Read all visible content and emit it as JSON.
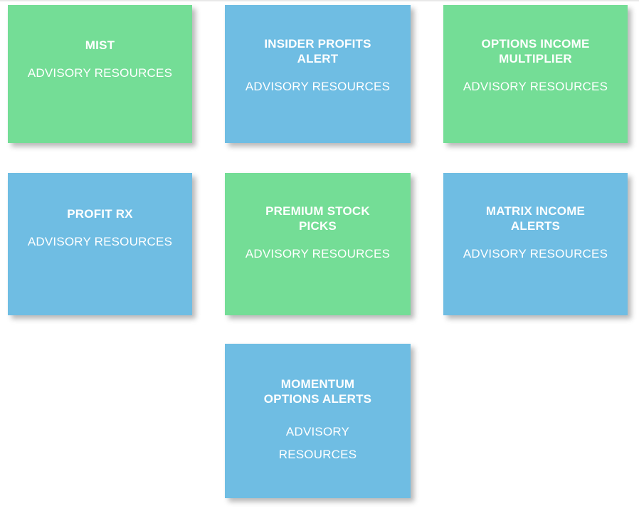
{
  "page": {
    "background_color": "#ffffff",
    "top_rule_color": "#e8e8e8",
    "colors": {
      "green": "#74dd96",
      "blue": "#6fbde3",
      "text": "#ffffff"
    }
  },
  "tiles": [
    {
      "id": "mist",
      "title": "MIST",
      "subtitle": "ADVISORY RESOURCES",
      "color": "green",
      "row": 1,
      "column": 1
    },
    {
      "id": "insider-profits-alert",
      "title": "INSIDER PROFITS\nALERT",
      "subtitle": "ADVISORY RESOURCES",
      "color": "blue",
      "row": 1,
      "column": 2
    },
    {
      "id": "options-income-multiplier",
      "title": "OPTIONS INCOME\nMULTIPLIER",
      "subtitle": "ADVISORY RESOURCES",
      "color": "green",
      "row": 1,
      "column": 3
    },
    {
      "id": "profit-rx",
      "title": "PROFIT RX",
      "subtitle": "ADVISORY RESOURCES",
      "color": "blue",
      "row": 2,
      "column": 1
    },
    {
      "id": "premium-stock-picks",
      "title": "PREMIUM STOCK\nPICKS",
      "subtitle": "ADVISORY RESOURCES",
      "color": "green",
      "row": 2,
      "column": 2
    },
    {
      "id": "matrix-income-alerts",
      "title": "MATRIX INCOME\nALERTS",
      "subtitle": "ADVISORY RESOURCES",
      "color": "blue",
      "row": 2,
      "column": 3
    },
    {
      "id": "momentum-options-alerts",
      "title": "MOMENTUM\nOPTIONS ALERTS",
      "subtitle": "ADVISORY\nRESOURCES",
      "color": "blue",
      "row": 3,
      "column": 2
    }
  ]
}
